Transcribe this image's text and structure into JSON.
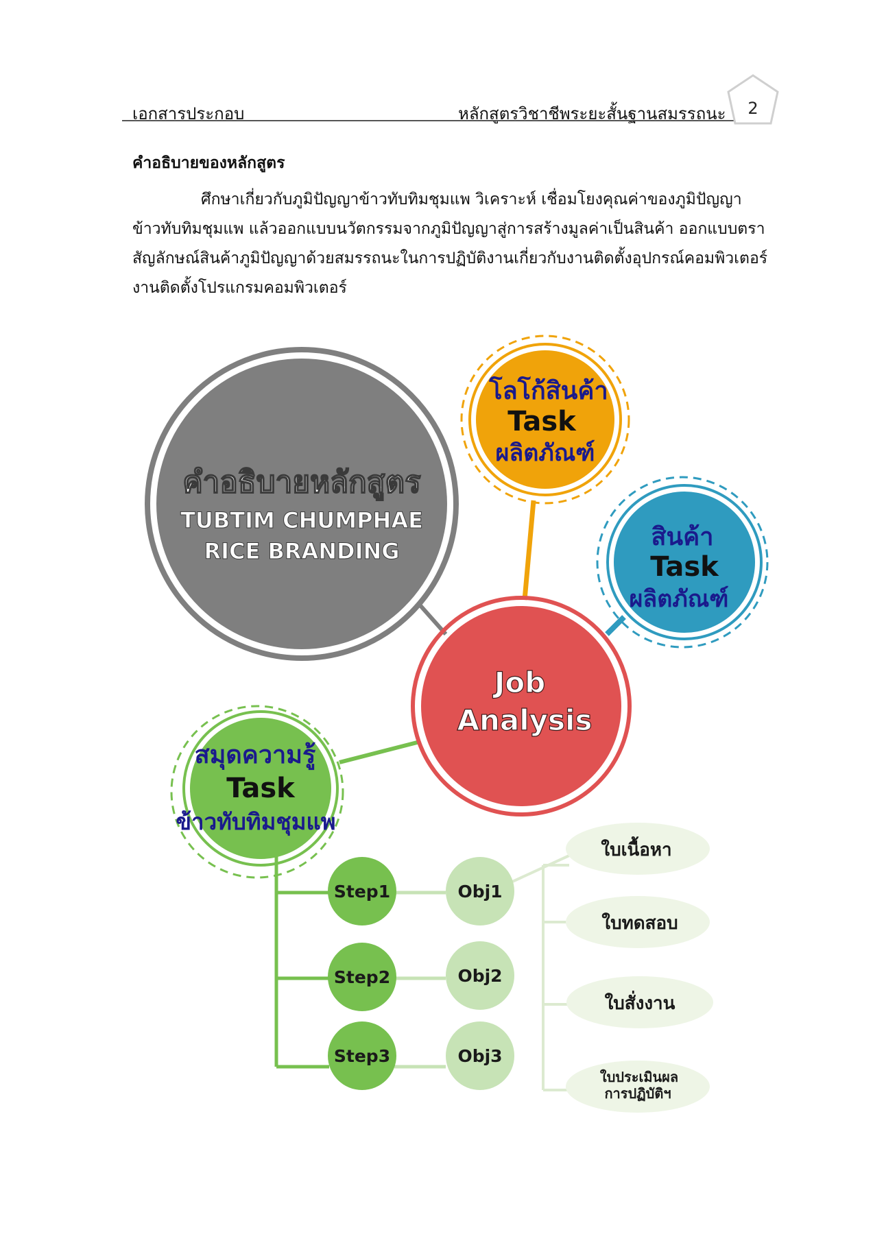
{
  "header": {
    "left": "เอกสารประกอบ",
    "right": "หลักสูตรวิชาชีพระยะสั้นฐานสมรรถนะ",
    "page_number": "2"
  },
  "section_title": "คำอธิบายของหลักสูตร",
  "paragraph": "ศึกษาเกี่ยวกับภูมิปัญญาข้าวทับทิมชุมแพ วิเคราะห์ เชื่อมโยงคุณค่าของภูมิปัญญาข้าวทับทิมชุมแพ แล้วออกแบบนวัตกรรมจากภูมิปัญญาสู่การสร้างมูลค่าเป็นสินค้า ออกแบบตราสัญลักษณ์สินค้าภูมิปัญญาด้วยสมรรถนะในการปฏิบัติงานเกี่ยวกับงานติดตั้งอุปกรณ์คอมพิวเตอร์ งานติดตั้งโปรแกรมคอมพิวเตอร์",
  "diagram": {
    "main": {
      "line1": "คำอธิบายหลักสูตร",
      "line2": "TUBTIM CHUMPHAE",
      "line3": "RICE BRANDING"
    },
    "logo_task": {
      "line1": "โลโก้สินค้า",
      "line2": "Task",
      "line3": "ผลิตภัณฑ์"
    },
    "product_task": {
      "line1": "สินค้า",
      "line2": "Task",
      "line3": "ผลิตภัณฑ์"
    },
    "job_analysis": {
      "line1": "Job",
      "line2": "Analysis"
    },
    "notebook_task": {
      "line1": "สมุดความรู้",
      "line2": "Task",
      "line3": "ข้าวทับทิมชุมแพ"
    },
    "steps": [
      "Step1",
      "Step2",
      "Step3"
    ],
    "objs": [
      "Obj1",
      "Obj2",
      "Obj3"
    ],
    "sheets": [
      "ใบเนื้อหา",
      "ใบทดสอบ",
      "ใบสั่งงาน"
    ],
    "sheet_eval": {
      "line1": "ใบประเมินผล",
      "line2": "การปฏิบัติฯ"
    },
    "colors": {
      "gray": "#7f7f7f",
      "orange": "#f0a30a",
      "teal": "#2f9bbf",
      "red": "#e05252",
      "green": "#77c04f",
      "light_green": "#c7e3b6",
      "pale_green": "#eef5e6",
      "navy_text": "#1a1a8c"
    }
  }
}
